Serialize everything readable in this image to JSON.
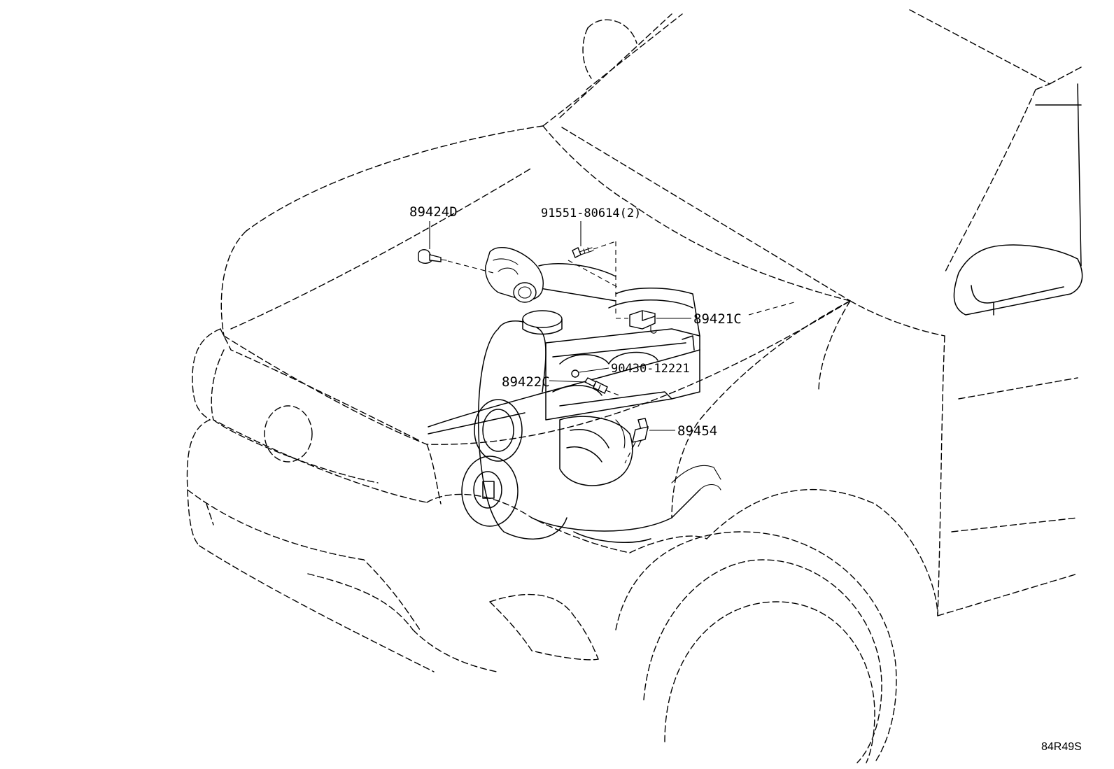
{
  "diagram": {
    "figure_code": "84R49S",
    "callouts": {
      "c89424d": "89424D",
      "c91551": "91551-80614(2)",
      "c89421c": "89421C",
      "c90430": "90430-12221",
      "c89422c": "89422C",
      "c89454": "89454"
    }
  }
}
